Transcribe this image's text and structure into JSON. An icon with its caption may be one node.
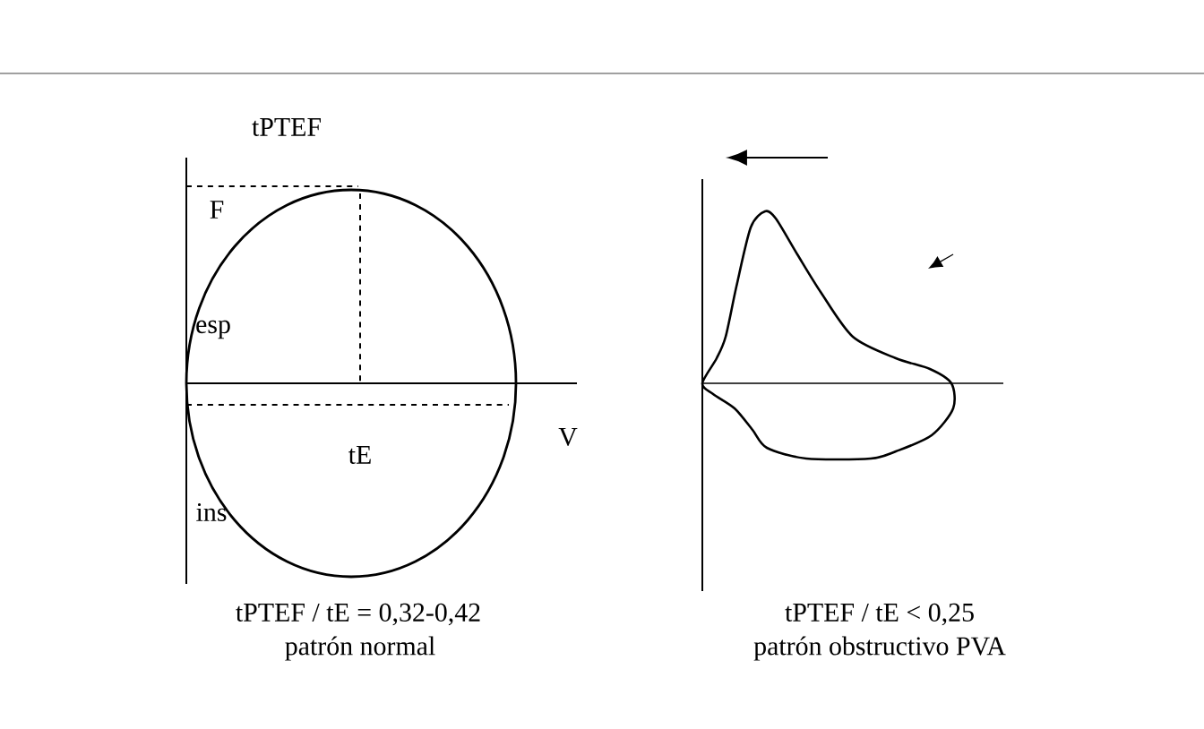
{
  "diagram": {
    "labels": [
      "tPTEF",
      "F",
      "esp",
      "tE",
      "V",
      "ins",
      "tPTEF / tE = 0,32-0,42",
      "patrón normal",
      "tPTEF / tE < 0,25",
      "patrón obstructivo PVA"
    ]
  }
}
